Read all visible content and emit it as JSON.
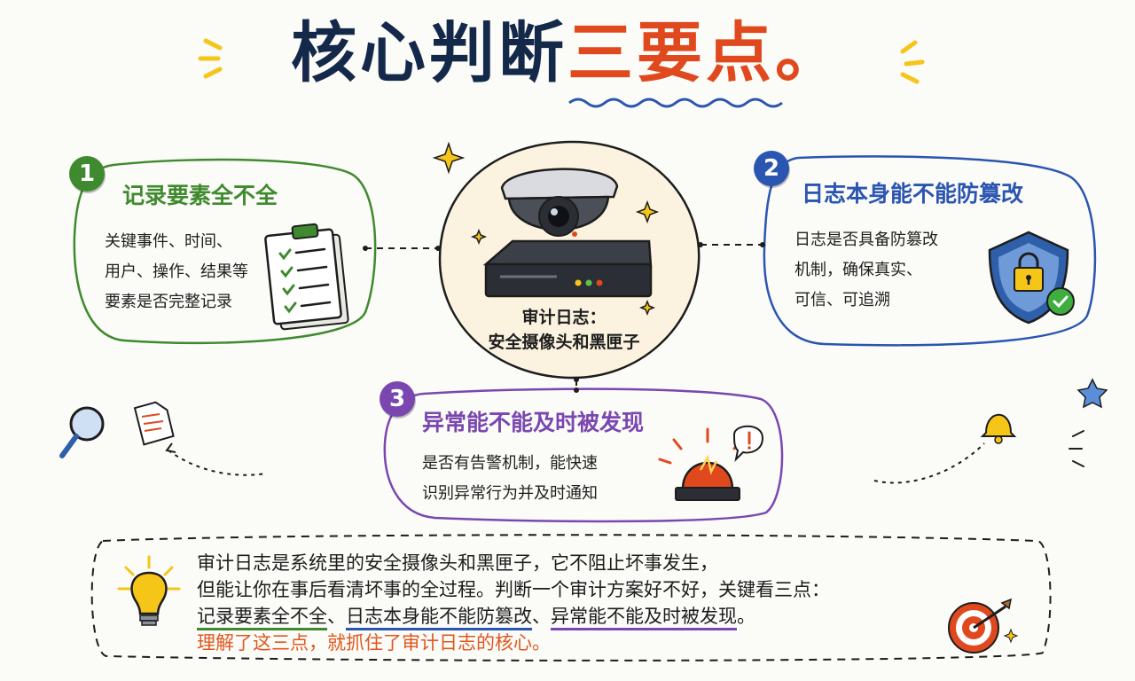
{
  "title": {
    "part1": "核心判断",
    "part2": "三要点。"
  },
  "center": {
    "caption_line1": "审计日志：",
    "caption_line2": "安全摄像头和黑匣子"
  },
  "points": [
    {
      "number": "1",
      "heading": "记录要素全不全",
      "lines": [
        "关键事件、时间、",
        "用户、操作、结果等",
        "要素是否完整记录"
      ],
      "color": "#3f8a2e"
    },
    {
      "number": "2",
      "heading": "日志本身能不能防篡改",
      "lines": [
        "日志是否具备防篡改",
        "机制，确保真实、",
        "可信、可追溯"
      ],
      "color": "#2a55b0"
    },
    {
      "number": "3",
      "heading": "异常能不能及时被发现",
      "lines": [
        "是否有告警机制，能快速",
        "识别异常行为并及时通知"
      ],
      "color": "#7a47b0"
    }
  ],
  "summary": {
    "line1": "审计日志是系统里的安全摄像头和黑匣子，它不阻止坏事发生，",
    "line2": "但能让你在事后看清坏事的全过程。判断一个审计方案好不好，关键看三点：",
    "k1": "记录要素全不全",
    "sep1": "、",
    "k2": "日志本身能不能防篡改",
    "sep2": "、",
    "k3": "异常能不能及时被发现",
    "end": "。",
    "line4": "理解了这三点，就抓住了审计日志的核心。"
  },
  "colors": {
    "navy": "#14294a",
    "orange": "#e0491d",
    "green": "#3f8a2e",
    "blue": "#2a55b0",
    "purple": "#7a47b0",
    "yellow": "#f5c518"
  },
  "icons": [
    "clipboard-checklist-icon",
    "security-camera-icon",
    "dvr-box-icon",
    "shield-lock-icon",
    "alarm-siren-icon",
    "magnifier-icon",
    "document-icon",
    "bell-icon",
    "lightbulb-icon",
    "target-arrow-icon",
    "sparkle-icon",
    "star-icon"
  ]
}
